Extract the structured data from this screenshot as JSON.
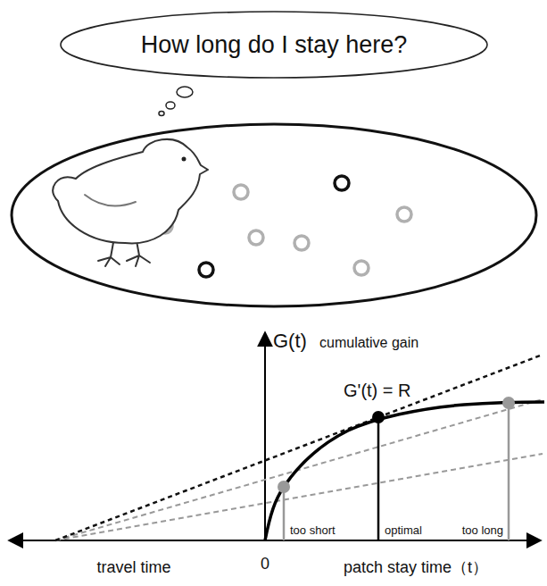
{
  "diagram": {
    "nodes": [
      {
        "text": [
          "How long do I stay here?"
        ]
      }
    ],
    "labels": [
      "G(t)",
      "cumulative gain",
      "G'(t) = R",
      "too short",
      "optimal",
      "too long",
      "travel time",
      "0",
      "patch stay time（t）"
    ]
  }
}
